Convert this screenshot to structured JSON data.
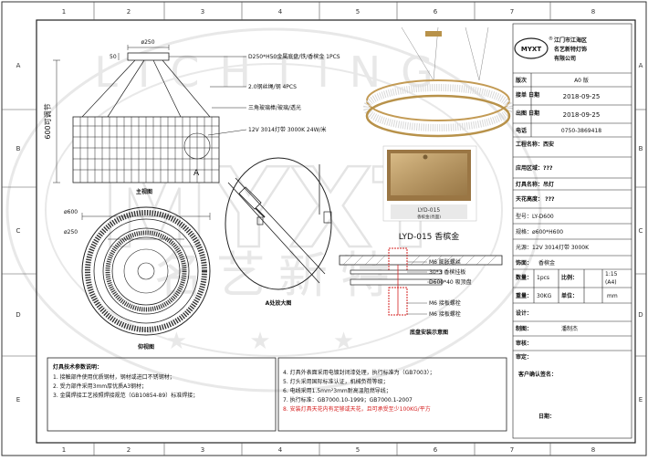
{
  "grid": {
    "columns": [
      "1",
      "2",
      "3",
      "4",
      "5",
      "6",
      "7",
      "8"
    ],
    "rows": [
      "A",
      "B",
      "C",
      "D",
      "E"
    ]
  },
  "watermark": {
    "brand": "MYXT",
    "latin": "LICHTING",
    "chinese": "名艺新特"
  },
  "drawing": {
    "dim_diameter_top": "ø250",
    "dim_height": "50",
    "dim_vertical": "600可调节",
    "callouts": [
      "D250*H50金属底盘/铁/香槟金  1PCS",
      "2.0钢丝绳/钢  4PCS",
      "三角玻璃棒/玻璃/透光",
      "12V 3014灯带 3000K 24W/米"
    ],
    "detail_marker": "A",
    "front_view_label": "主视图",
    "dim_d600": "ø600",
    "dim_d250": "ø250",
    "bottom_view_label": "仰视图",
    "detail_view_label": "A处放大图",
    "sample_tag_code": "LYD-015",
    "sample_tag_sub": "香槟金(亮面)",
    "sample_caption": "LYD-015   香槟金",
    "install_labels": [
      "M6 膨胀螺丝",
      "30*3 香槟挂板",
      "D600*40 吸顶盘",
      "M6 接板螺栓",
      "M6 接板螺栓"
    ],
    "install_caption": "底盘安装示意图"
  },
  "notes_left": {
    "title": "灯具技术参数说明：",
    "items": [
      "1. 接触部件使用优质钢材，钢材或进口不锈钢材；",
      "2. 受力部件采用3mm厚优质A3钢材；",
      "3. 金属焊接工艺按照焊接规范（GB10854-89）标准焊接；"
    ]
  },
  "notes_right": {
    "items": [
      "4. 灯具外表面采用电镀封闭漆处理，执行标准为（GB7003）；",
      "5. 灯头采用国际标准认证，机械负荷等级；",
      "6. 电线采用1.5mm²3mm耐高温阻燃导线；",
      "7. 执行标准：GB7000.10-1999；GB7000.1-2007",
      "8. 安装灯具天花内有足够或天花，且可承受至少100KG/平方"
    ]
  },
  "title_block": {
    "company": [
      "江门市江海区",
      "名艺新特灯饰",
      "有限公司"
    ],
    "rows": [
      {
        "label": "版次",
        "value": "A0 版"
      },
      {
        "label": "接单 日期",
        "value": "2018-09-25"
      },
      {
        "label": "出图 日期",
        "value": "2018-09-25"
      },
      {
        "label": "电话",
        "value": "0750-3869418"
      }
    ],
    "project": "工程名称：西安",
    "area": "应用区域：???",
    "lamp_name": "灯具名称：吊灯",
    "ceiling": "天花高度：         ???",
    "model": "型号：LY-D600",
    "spec": "规格：ø600*H600",
    "light_source": "光源：12V 3014灯带 3000K",
    "finish_label": "饰面：",
    "finish_value": "香槟金",
    "qty_label": "数量：",
    "qty_value": "1pcs",
    "unit_label": "比例：",
    "ratio_value": "1:15",
    "paper": "(A4)",
    "weight_label": "重量：",
    "weight_value": "30KG",
    "dim_unit_label": "单位：",
    "dim_unit_value": "mm",
    "designer": "设计：",
    "drawer_label": "制图：",
    "drawer_value": "潘制杰",
    "checker": "审核：",
    "approver": "审定：",
    "client_confirm": "客户确认签名：",
    "date": "日期："
  }
}
